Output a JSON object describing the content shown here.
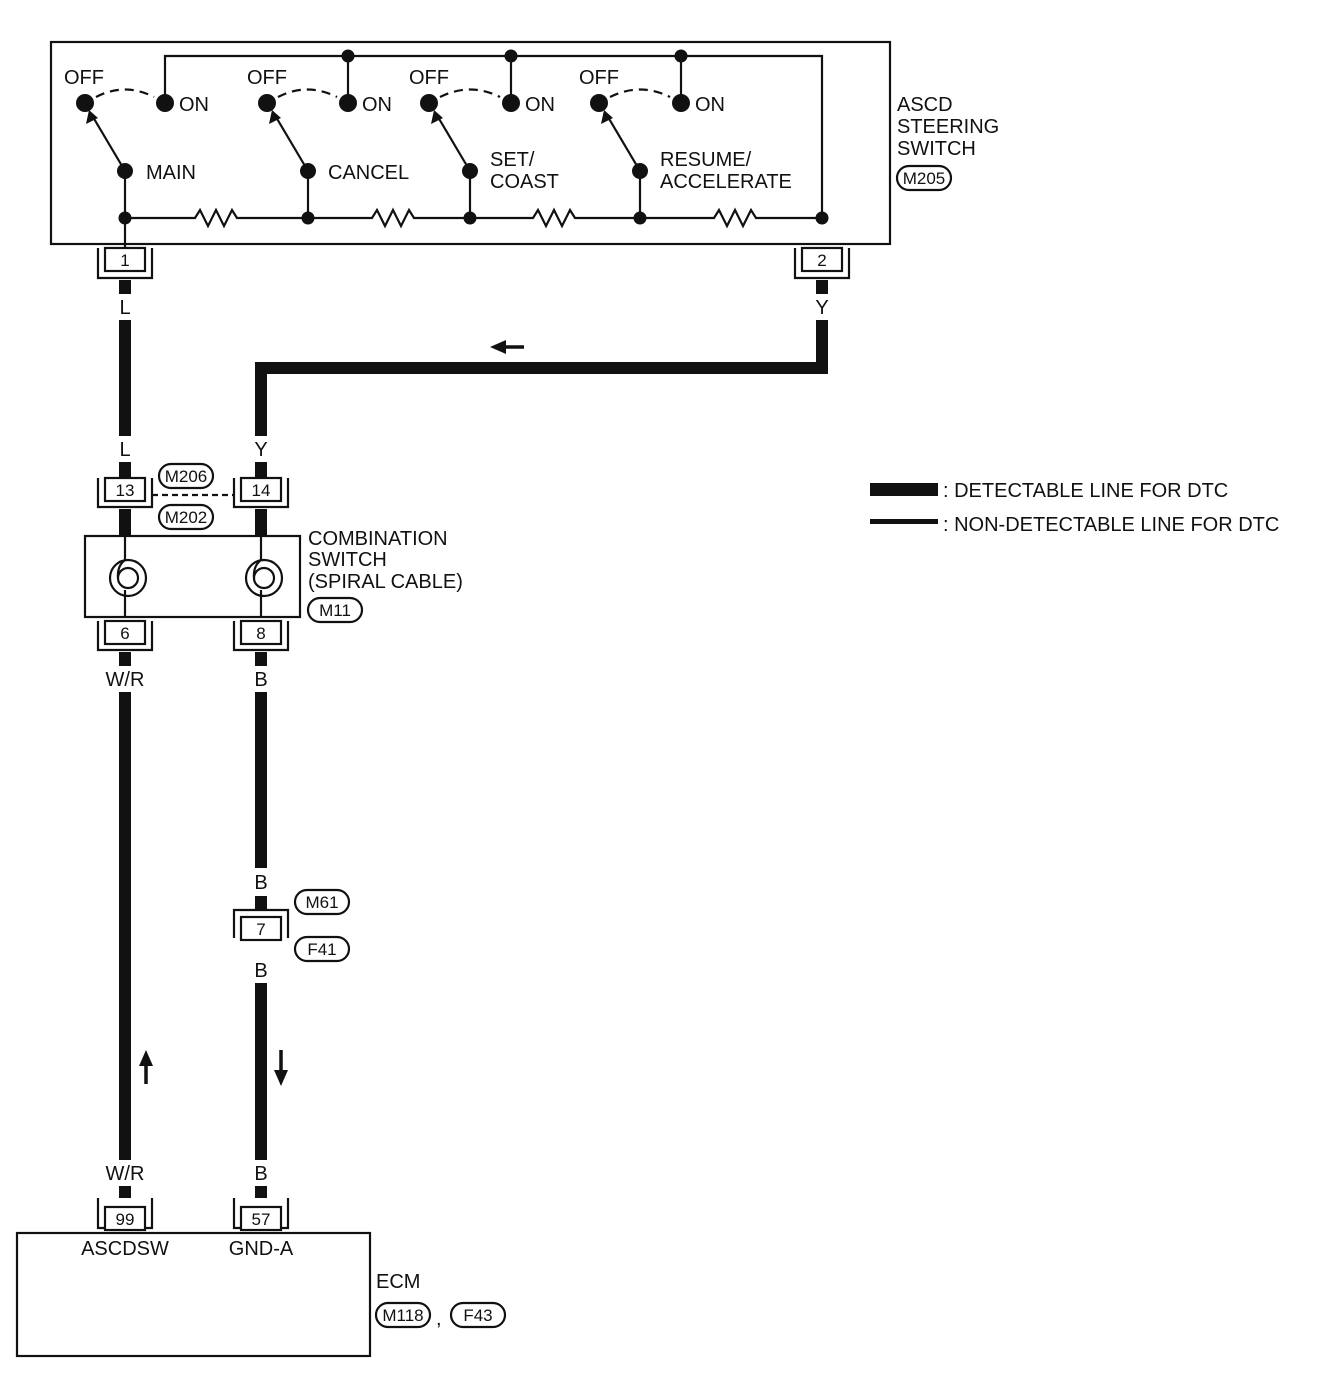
{
  "steering_switch": {
    "title_lines": [
      "ASCD",
      "STEERING",
      "SWITCH"
    ],
    "connector": "M205",
    "switches": [
      {
        "name_lines": [
          "MAIN"
        ],
        "off": "OFF",
        "on": "ON"
      },
      {
        "name_lines": [
          "CANCEL"
        ],
        "off": "OFF",
        "on": "ON"
      },
      {
        "name_lines": [
          "SET/",
          "COAST"
        ],
        "off": "OFF",
        "on": "ON"
      },
      {
        "name_lines": [
          "RESUME/",
          "ACCELERATE"
        ],
        "off": "OFF",
        "on": "ON"
      }
    ],
    "pins": {
      "left": "1",
      "right": "2"
    }
  },
  "wires": {
    "pin1_color": "L",
    "pin2_color": "Y",
    "upper_left_color": "L",
    "upper_right_color": "Y",
    "lower_left_top_color": "W/R",
    "lower_right_top_color": "B",
    "joint_top_color": "B",
    "joint_bottom_color": "B",
    "ecm_left_color": "W/R",
    "ecm_right_color": "B"
  },
  "joint_connector": {
    "pin_left": "13",
    "pin_right": "14",
    "ref_top": "M206",
    "ref_bottom": "M202"
  },
  "combination_switch": {
    "title_lines": [
      "COMBINATION",
      "SWITCH",
      "(SPIRAL CABLE)"
    ],
    "connector": "M11",
    "pin_left": "6",
    "pin_right": "8"
  },
  "mid_connector": {
    "pin": "7",
    "ref_top": "M61",
    "ref_bottom": "F41"
  },
  "ecm": {
    "title": "ECM",
    "connectors": [
      "M118",
      "F43"
    ],
    "separator": ",",
    "pin_left": "99",
    "pin_right": "57",
    "pin_left_name": "ASCDSW",
    "pin_right_name": "GND-A"
  },
  "legend": {
    "detectable": ": DETECTABLE LINE FOR DTC",
    "non_detectable": ": NON-DETECTABLE LINE FOR DTC"
  }
}
